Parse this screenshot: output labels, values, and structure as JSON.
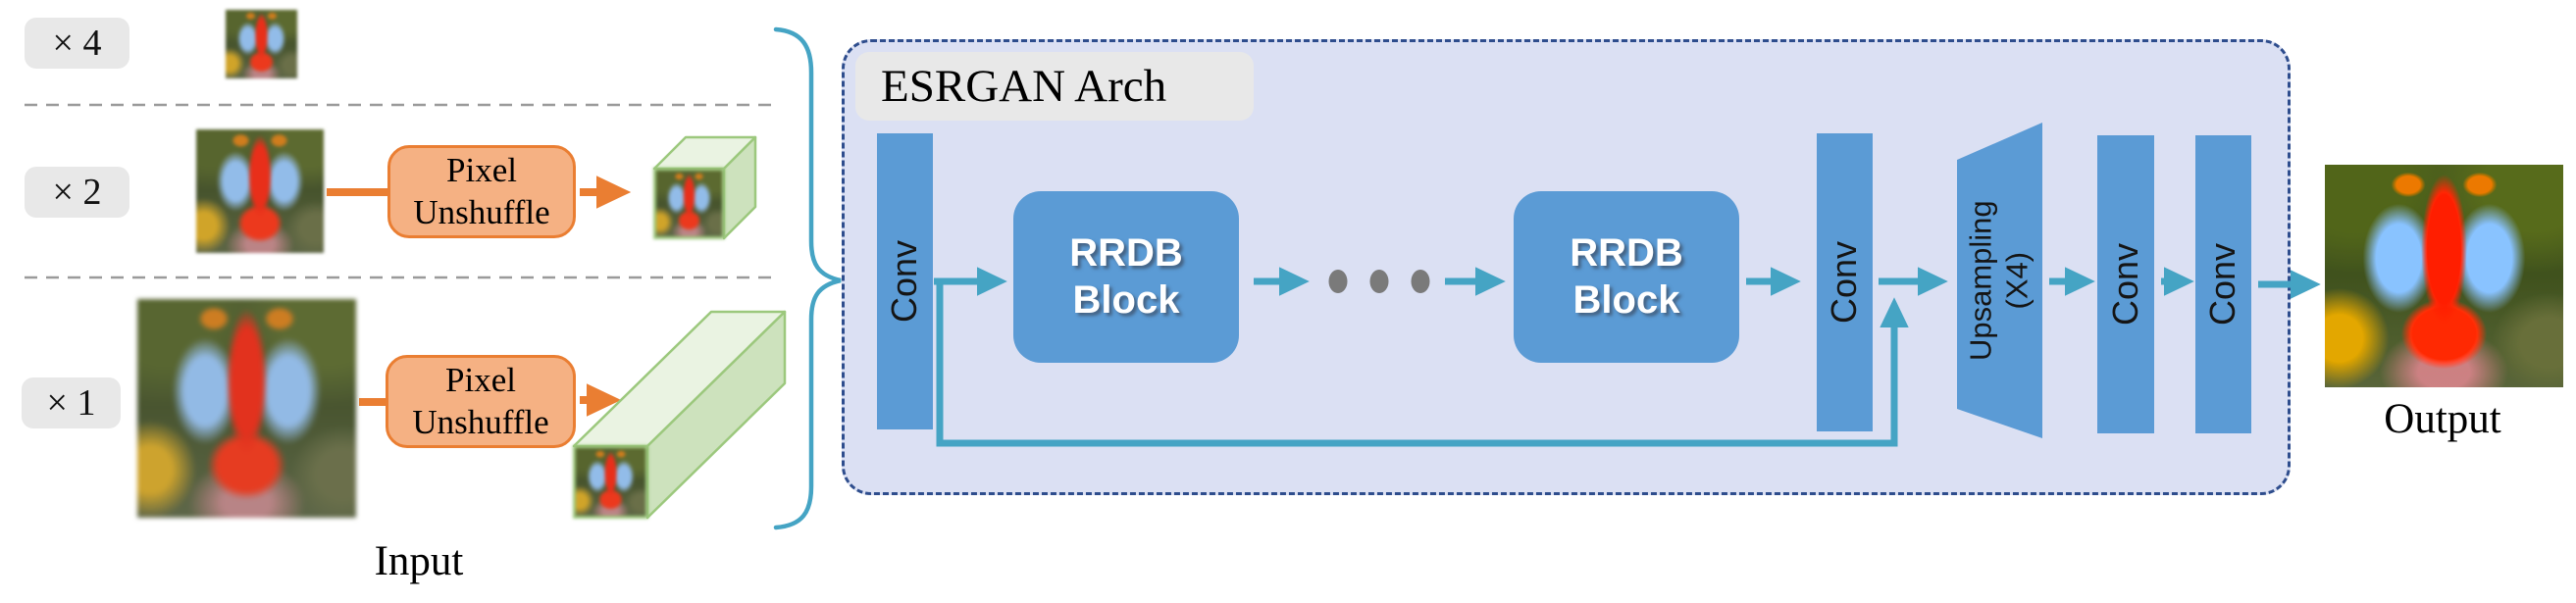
{
  "colors": {
    "block_blue": "#5b9bd5",
    "arrow_teal": "#45a4c4",
    "panel_bg": "#dbe0f3",
    "panel_border": "#2e4d8d",
    "orange_fill": "#f5b183",
    "orange_stroke": "#ea7e32",
    "green_fill": "#eaf3e2",
    "green_side": "#cde2bd",
    "green_stroke": "#9cc87d",
    "label_bg": "#e8e8e8",
    "dot_gray": "#7a7a7a",
    "dash_gray": "#9a9a9a"
  },
  "input": {
    "caption": "Input",
    "rows": [
      {
        "label": "× 4"
      },
      {
        "label": "× 2",
        "pixel_unshuffle": {
          "line1": "Pixel",
          "line2": "Unshuffle"
        }
      },
      {
        "label": "× 1",
        "pixel_unshuffle": {
          "line1": "Pixel",
          "line2": "Unshuffle"
        }
      }
    ]
  },
  "arch": {
    "title": "ESRGAN Arch",
    "conv_labels": [
      "Conv",
      "Conv",
      "Conv",
      "Conv"
    ],
    "rrdb_blocks": [
      {
        "line1": "RRDB",
        "line2": "Block"
      },
      {
        "line1": "RRDB",
        "line2": "Block"
      }
    ],
    "upsampling": {
      "line1": "Upsampling",
      "line2": "(X4)"
    }
  },
  "output": {
    "caption": "Output"
  }
}
